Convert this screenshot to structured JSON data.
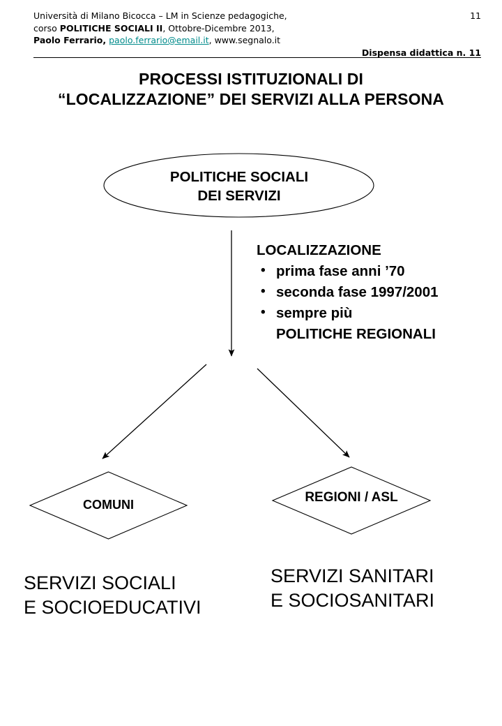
{
  "header": {
    "line1_plain": "Università di Milano Bicocca – LM in Scienze pedagogiche,",
    "line2_prefix": "corso ",
    "line2_bold": "POLITICHE SOCIALI II",
    "line2_suffix": ", Ottobre-Dicembre 2013,",
    "line3_bold": "Paolo Ferrario,",
    "line3_link": "paolo.ferrario@email.it",
    "line3_suffix": ", www.segnalo.it",
    "page_number": "11",
    "dispensa": "Dispensa didattica n. 11",
    "link_color": "#008b8b"
  },
  "title": {
    "line1": "PROCESSI ISTITUZIONALI DI",
    "line2": "“LOCALIZZAZIONE” DEI SERVIZI ALLA PERSONA"
  },
  "diagram": {
    "ellipse": {
      "line1": "POLITICHE SOCIALI",
      "line2": "DEI SERVIZI"
    },
    "localizzazione": {
      "heading": "LOCALIZZAZIONE",
      "bullet_glyph": "•",
      "items": [
        {
          "line1": "prima fase anni ’70",
          "line2": ""
        },
        {
          "line1": "seconda fase 1997/2001",
          "line2": ""
        },
        {
          "line1": "sempre più",
          "line2": "POLITICHE REGIONALI"
        }
      ]
    },
    "diamond_left": "COMUNI",
    "diamond_right": "REGIONI / ASL",
    "caption_left_line1": "SERVIZI SOCIALI",
    "caption_left_line2": "E SOCIOEDUCATIVI",
    "caption_right_line1": "SERVIZI SANITARI",
    "caption_right_line2": "E SOCIOSANITARI",
    "stroke_color": "#000000"
  }
}
